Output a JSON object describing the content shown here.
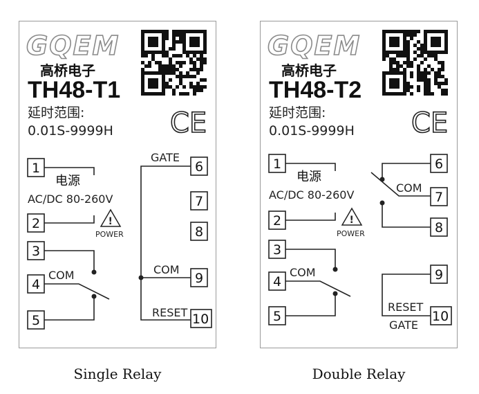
{
  "panels": [
    {
      "brand": "GQEM",
      "company": "高桥电子",
      "model": "TH48-T1",
      "range_label": "延时范围:",
      "range_value": "0.01S-9999H",
      "ce_mark": "CE",
      "power_label": "电源",
      "power_spec": "AC/DC 80-260V",
      "power_icon_text": "POWER",
      "com_left": "COM",
      "gate": "GATE",
      "com_right": "COM",
      "reset": "RESET",
      "pins": [
        "1",
        "2",
        "3",
        "4",
        "5",
        "6",
        "7",
        "8",
        "9",
        "10"
      ],
      "caption": "Single Relay"
    },
    {
      "brand": "GQEM",
      "company": "高桥电子",
      "model": "TH48-T2",
      "range_label": "延时范围:",
      "range_value": "0.01S-9999H",
      "ce_mark": "CE",
      "power_label": "电源",
      "power_spec": "AC/DC 80-260V",
      "power_icon_text": "POWER",
      "com_left": "COM",
      "com_right": "COM",
      "reset": "RESET",
      "gate": "GATE",
      "pins": [
        "1",
        "2",
        "3",
        "4",
        "5",
        "6",
        "7",
        "8",
        "9",
        "10"
      ],
      "caption": "Double Relay"
    }
  ],
  "icons": {
    "qr": "qr-code-icon",
    "warning": "warning-triangle-icon",
    "ce": "ce-mark-icon"
  }
}
